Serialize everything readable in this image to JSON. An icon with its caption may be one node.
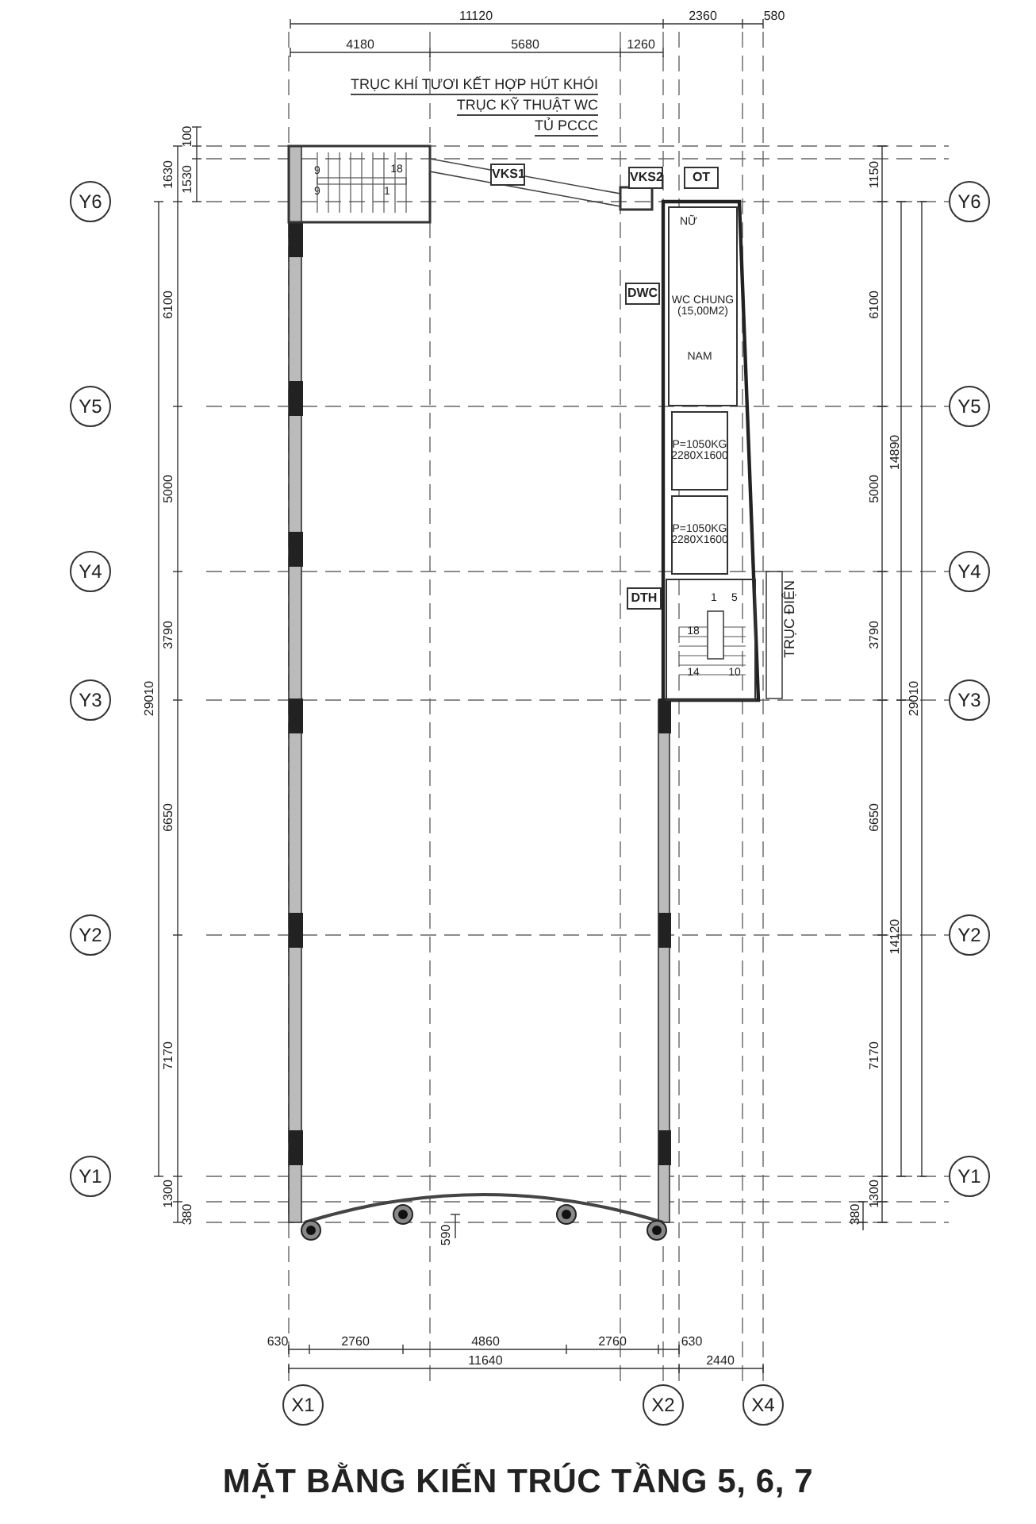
{
  "diagram": {
    "title": "MẶT BẰNG KIẾN TRÚC TẦNG 5, 6, 7",
    "nodes": [
      {
        "text": [
          "WC CHUNG (15,00M2)"
        ]
      },
      {
        "text": [
          "P=1050KG 2280X1600"
        ]
      },
      {
        "text": [
          "P=1050KG 2280X1600"
        ]
      },
      {
        "text": [
          "VKS1"
        ]
      },
      {
        "text": [
          "VKS2"
        ]
      },
      {
        "text": [
          "OT"
        ]
      },
      {
        "text": [
          "DWC"
        ]
      },
      {
        "text": [
          "DTH"
        ]
      }
    ],
    "labels": [
      "11120",
      "2360",
      "580",
      "4180",
      "5680",
      "1260",
      "TRỤC KHÍ TƯƠI KẾT HỢP HÚT KHÓI",
      "TRỤC KỸ THUẬT WC",
      "TỦ PCCC",
      "100",
      "1630",
      "1530",
      "1150",
      "9",
      "18",
      "9",
      "1",
      "Y6",
      "Y6",
      "NỮ",
      "6100",
      "6100",
      "14890",
      "NAM",
      "Y5",
      "Y5",
      "5000",
      "5000",
      "Y4",
      "Y4",
      "TRỤC ĐIỆN",
      "1",
      "5",
      "18",
      "14",
      "10",
      "3790",
      "3790",
      "29010",
      "29010",
      "Y3",
      "Y3",
      "6650",
      "6650",
      "14120",
      "Y2",
      "Y2",
      "7170",
      "7170",
      "Y1",
      "Y1",
      "1300",
      "1300",
      "380",
      "380",
      "590",
      "630",
      "2760",
      "4860",
      "2760",
      "630",
      "11640",
      "2440",
      "X1",
      "X2",
      "X4"
    ]
  }
}
